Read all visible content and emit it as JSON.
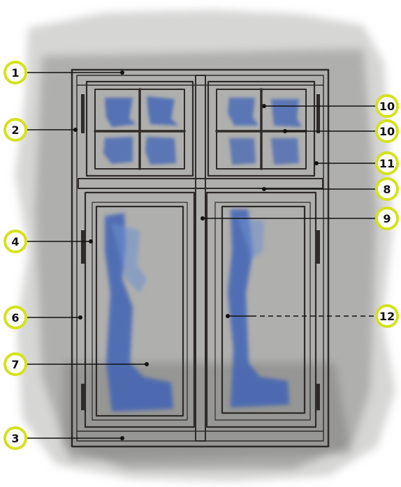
{
  "diagram": {
    "colors": {
      "wall_wash": "#9a9a9a",
      "frame_ink": "#2e2b28",
      "frame_fill": "#f6f4ef",
      "glass_light": "#dfe8f7",
      "glass_blue": "#3f63b5",
      "badge_ring": "#d4e21b"
    },
    "callouts": [
      {
        "id": "c1",
        "number": "1"
      },
      {
        "id": "c2",
        "number": "2"
      },
      {
        "id": "c3",
        "number": "3"
      },
      {
        "id": "c4",
        "number": "4"
      },
      {
        "id": "c6",
        "number": "6"
      },
      {
        "id": "c7",
        "number": "7"
      },
      {
        "id": "c8",
        "number": "8"
      },
      {
        "id": "c9",
        "number": "9"
      },
      {
        "id": "c10a",
        "number": "10"
      },
      {
        "id": "c10b",
        "number": "10"
      },
      {
        "id": "c11",
        "number": "11"
      },
      {
        "id": "c12",
        "number": "12"
      }
    ]
  }
}
